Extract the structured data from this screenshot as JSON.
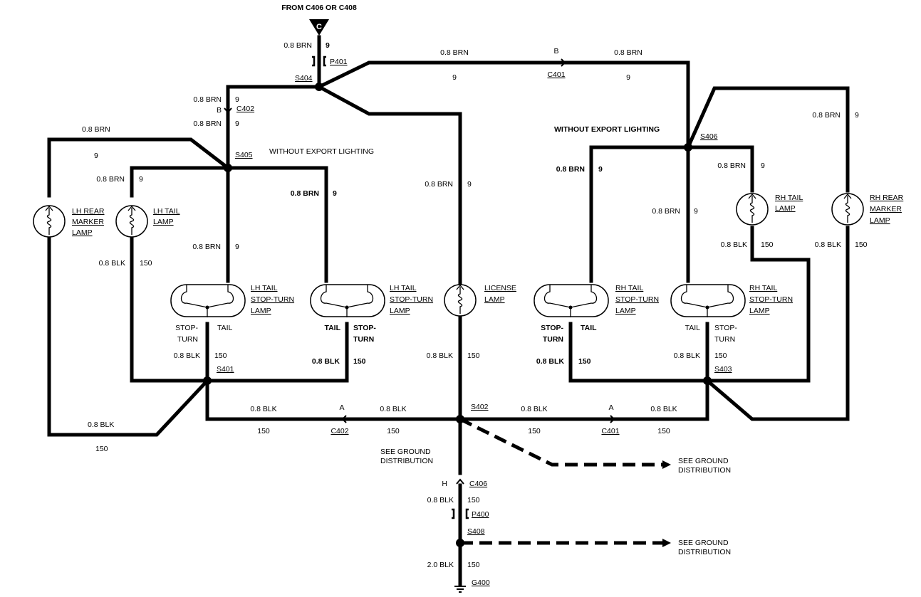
{
  "labels": {
    "from": "FROM C406 OR C408",
    "conn_c": "C",
    "w08brn": "0.8 BRN",
    "w08blk": "0.8 BLK",
    "w20blk": "2.0 BLK",
    "c9": "9",
    "c150": "150",
    "p401": "P401",
    "p400": "P400",
    "s404": "S404",
    "s405": "S405",
    "s406": "S406",
    "s401": "S401",
    "s402": "S402",
    "s403": "S403",
    "s408": "S408",
    "c401": "C401",
    "c402": "C402",
    "c406": "C406",
    "g400": "G400",
    "pin_a": "A",
    "pin_b": "B",
    "pin_h": "H",
    "without_export": "WITHOUT EXPORT LIGHTING",
    "without_export_caps": "WITHOUT EXPORT LIGHTING",
    "see_ground_1": "SEE GROUND",
    "see_ground_2": "DISTRIBUTION",
    "lh_rear_marker": [
      "LH REAR",
      "MARKER",
      "LAMP"
    ],
    "lh_tail": [
      "LH TAIL",
      "LAMP"
    ],
    "lh_tst_1": [
      "LH TAIL",
      "STOP-TURN",
      "LAMP"
    ],
    "lh_tst_2": [
      "LH TAIL",
      "STOP-TURN",
      "LAMP"
    ],
    "license": [
      "LICENSE",
      "LAMP"
    ],
    "rh_tst_1": [
      "RH TAIL",
      "STOP-TURN",
      "LAMP"
    ],
    "rh_tst_2": [
      "RH TAIL",
      "STOP-TURN",
      "LAMP"
    ],
    "rh_tail": [
      "RH TAIL",
      "LAMP"
    ],
    "rh_rear_marker": [
      "RH REAR",
      "MARKER",
      "LAMP"
    ],
    "stop": "STOP-",
    "turn": "TURN",
    "tail": "TAIL"
  }
}
